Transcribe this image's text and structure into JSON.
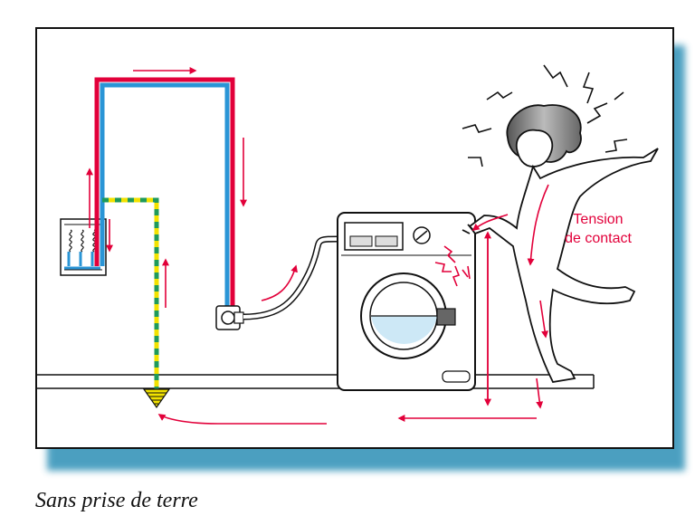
{
  "diagram": {
    "caption": "Sans prise de terre",
    "label_line1": "Tension",
    "label_line2": "de contact"
  },
  "colors": {
    "phase": "#e2003a",
    "neutral": "#2a95d6",
    "earth_yellow": "#f2e200",
    "earth_green": "#1f9a5a",
    "current_arrow": "#e2003a",
    "frame_shadow": "#2c8fb6",
    "outline": "#111111"
  }
}
